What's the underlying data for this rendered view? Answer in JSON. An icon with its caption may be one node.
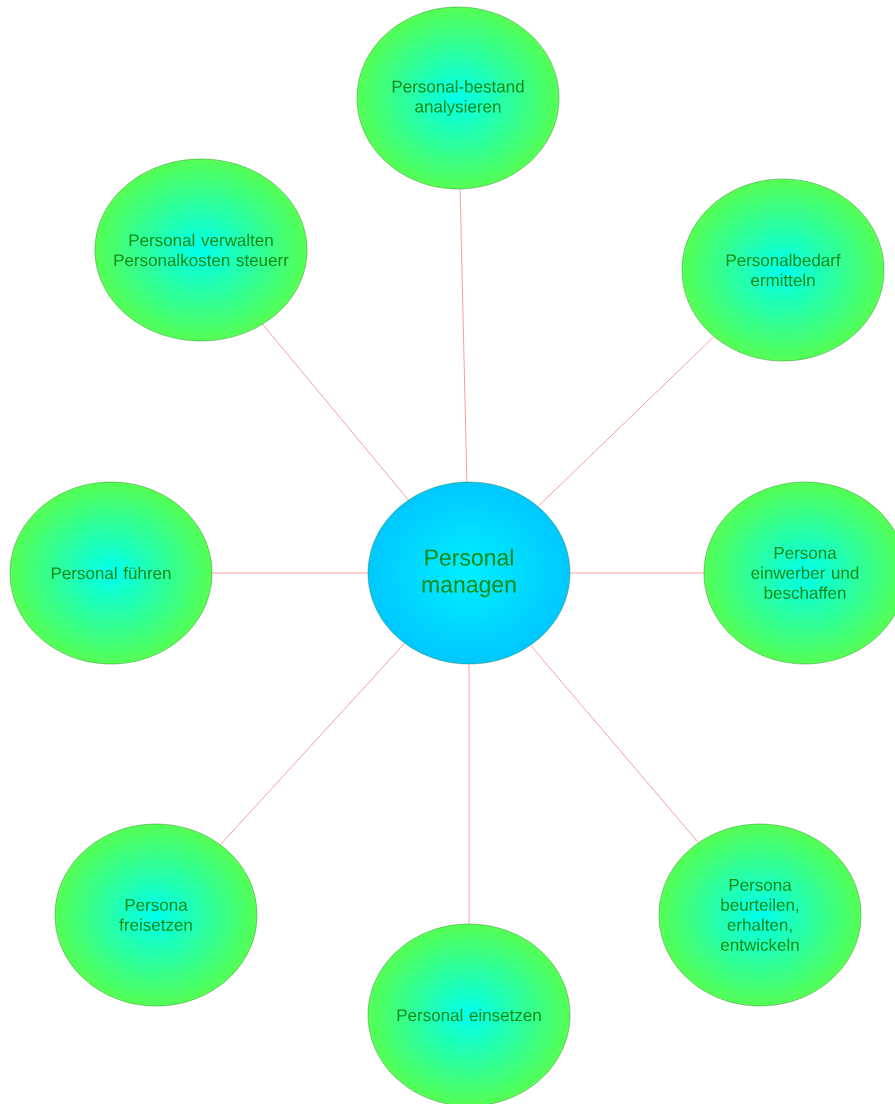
{
  "diagram": {
    "nodes": [
      {
        "text": [
          "Personal-bestand analysieren"
        ]
      },
      {
        "text": [
          "Personal verwalten Personalkosten steuerr"
        ]
      },
      {
        "text": [
          "Personalbedarf ermitteln"
        ]
      },
      {
        "text": [
          "Personal führen"
        ]
      },
      {
        "text": [
          "Personal managen"
        ]
      },
      {
        "text": [
          "Persona einwerber und beschaffen"
        ]
      },
      {
        "text": [
          "Persona freisetzen"
        ]
      },
      {
        "text": [
          "Persona beurteilen, erhalten, entwickeln"
        ]
      },
      {
        "text": [
          "Personal einsetzen"
        ]
      }
    ],
    "edges": [
      {
        "from": 4,
        "to": 0,
        "arrow": "none"
      },
      {
        "from": 4,
        "to": 2,
        "arrow": "none"
      },
      {
        "from": 4,
        "to": 5,
        "arrow": "none"
      },
      {
        "from": 4,
        "to": 7,
        "arrow": "none"
      },
      {
        "from": 4,
        "to": 8,
        "arrow": "none"
      },
      {
        "from": 4,
        "to": 6,
        "arrow": "none"
      },
      {
        "from": 4,
        "to": 3,
        "arrow": "none"
      },
      {
        "from": 4,
        "to": 1,
        "arrow": "none"
      }
    ]
  }
}
